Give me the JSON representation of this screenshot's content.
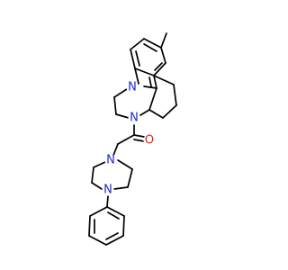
{
  "molecule": {
    "atoms": {
      "n_indole": "N",
      "n_amide": "N",
      "o_carbonyl": "O",
      "n_piperazine_1": "N",
      "n_piperazine_4": "N"
    },
    "colors": {
      "bond": "#000000",
      "nitrogen": "#1f2bd3",
      "oxygen": "#e0201b",
      "background": "#ffffff"
    }
  }
}
